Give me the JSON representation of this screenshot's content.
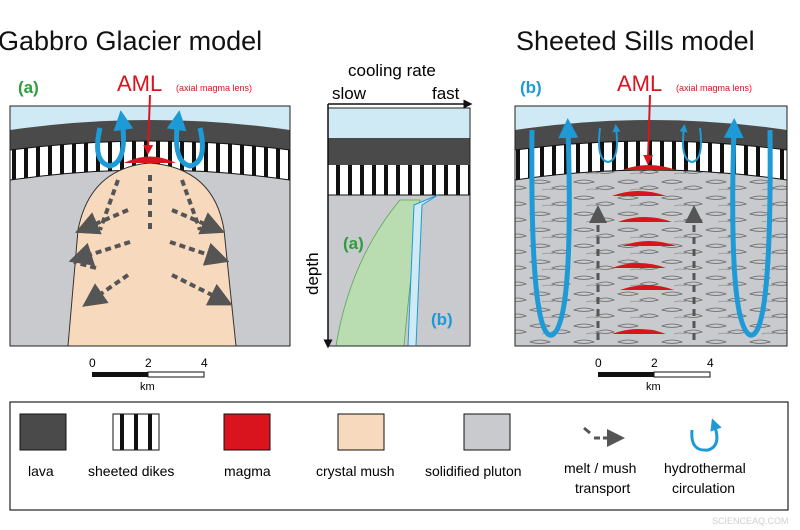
{
  "titles": {
    "left": "Gabbro Glacier model",
    "right": "Sheeted Sills model"
  },
  "panel_a": {
    "label": "(a)",
    "aml": "AML",
    "aml_note": "(axial magma lens)"
  },
  "panel_b": {
    "label": "(b)",
    "aml": "AML",
    "aml_note": "(axial magma lens)"
  },
  "center": {
    "title": "cooling rate",
    "slow": "slow",
    "fast": "fast",
    "depth": "depth",
    "label_a": "(a)",
    "label_b": "(b)"
  },
  "scale": {
    "ticks": [
      "0",
      "2",
      "4"
    ],
    "unit": "km"
  },
  "legend": [
    {
      "label": "lava"
    },
    {
      "label": "sheeted dikes"
    },
    {
      "label": "magma"
    },
    {
      "label": "crystal mush"
    },
    {
      "label": "solidified pluton"
    },
    {
      "label": "melt / mush",
      "label2": "transport"
    },
    {
      "label": "hydrothermal",
      "label2": "circulation"
    }
  ],
  "watermark": "SCIENCEAQ.COM",
  "colors": {
    "lava": "#4a4a4a",
    "magma": "#d9141e",
    "crystal_mush": "#f7d9bd",
    "pluton": "#c8cacd",
    "ocean": "#cfe9f5",
    "hydrothermal": "#1e9ad6",
    "green_label": "#2e9e3c",
    "blue_label": "#1e9ad6",
    "green_band": "#b9dcb0"
  },
  "icons": [
    "dashed-arrow-icon",
    "circulation-arrow-icon"
  ]
}
